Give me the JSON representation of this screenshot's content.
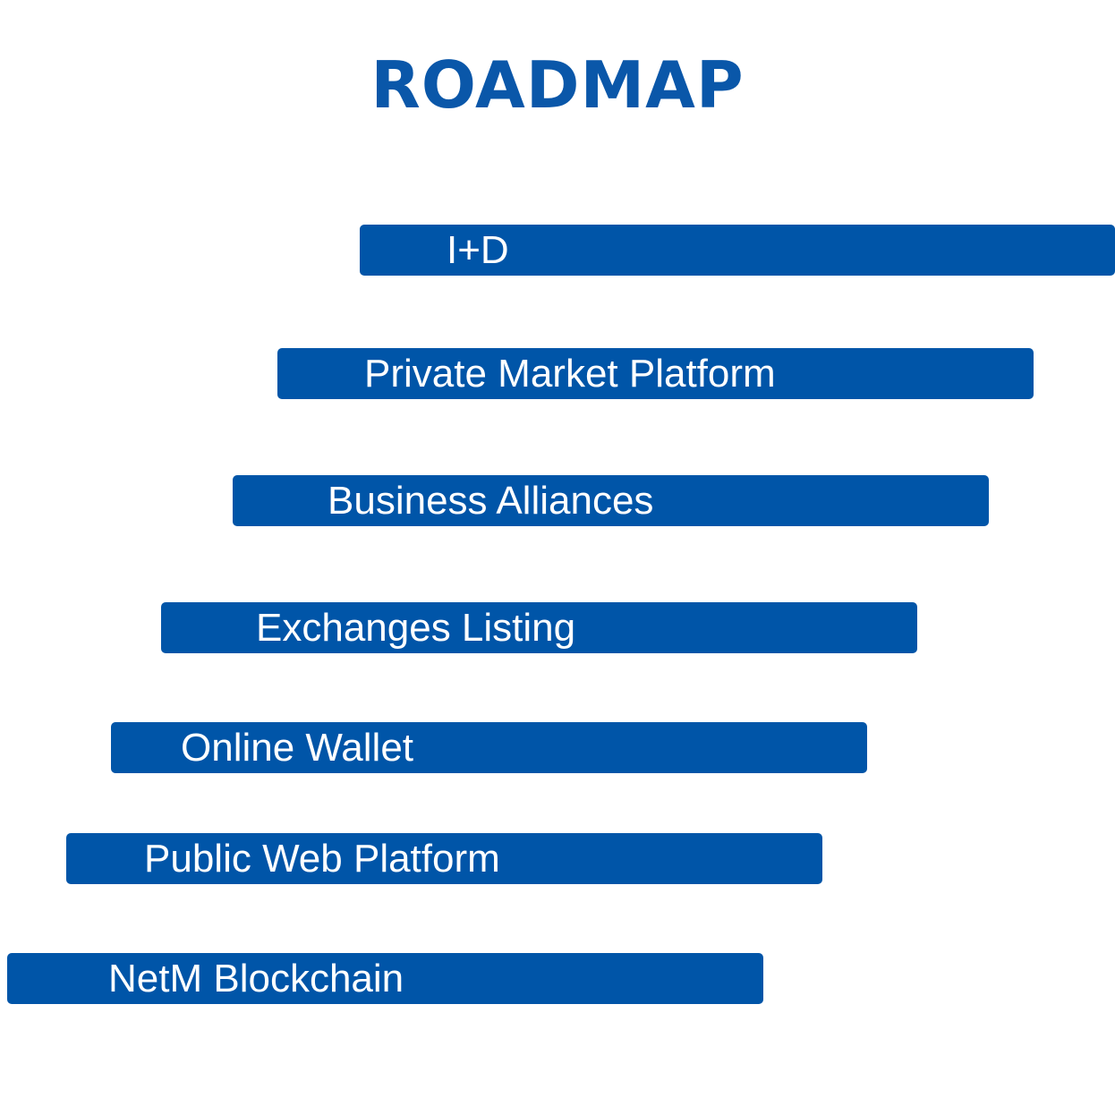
{
  "title": "ROADMAP",
  "colors": {
    "title": "#0a57a9",
    "bar": "#0055a8",
    "bar_text": "#ffffff",
    "background": "#ffffff"
  },
  "steps": [
    {
      "label": "I+D"
    },
    {
      "label": "Private Market Platform"
    },
    {
      "label": "Business Alliances"
    },
    {
      "label": "Exchanges Listing"
    },
    {
      "label": "Online Wallet"
    },
    {
      "label": "Public Web Platform"
    },
    {
      "label": "NetM Blockchain"
    }
  ]
}
